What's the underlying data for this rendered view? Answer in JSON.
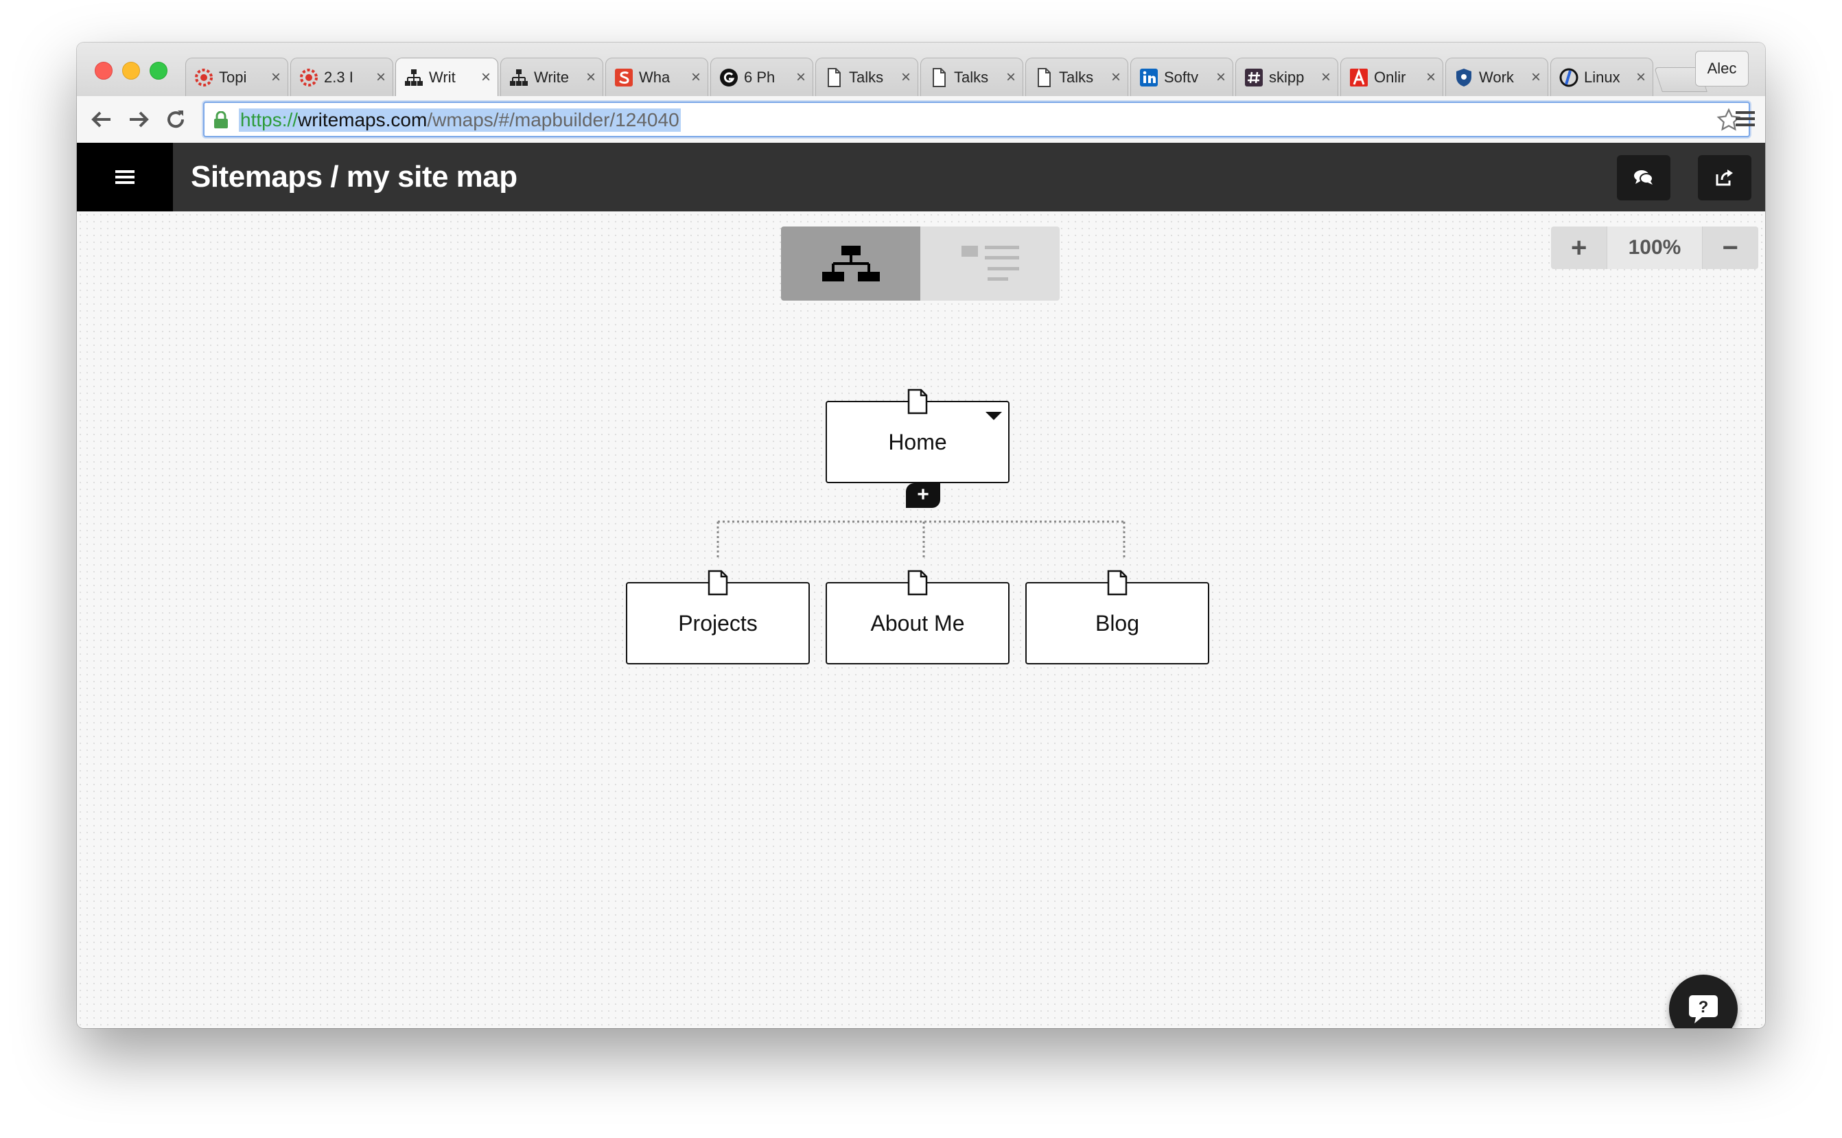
{
  "browser": {
    "profile_name": "Alec",
    "tabs": [
      {
        "title": "Topi",
        "icon": "gear-red-icon",
        "active": false
      },
      {
        "title": "2.3 I",
        "icon": "gear-red-icon",
        "active": false
      },
      {
        "title": "Writ",
        "icon": "sitemap-icon",
        "active": true
      },
      {
        "title": "Write",
        "icon": "sitemap-icon",
        "active": false
      },
      {
        "title": "Wha",
        "icon": "s-logo-icon",
        "active": false
      },
      {
        "title": "6 Ph",
        "icon": "g-circle-icon",
        "active": false
      },
      {
        "title": "Talks",
        "icon": "document-icon",
        "active": false
      },
      {
        "title": "Talks",
        "icon": "document-icon",
        "active": false
      },
      {
        "title": "Talks",
        "icon": "document-icon",
        "active": false
      },
      {
        "title": "Softv",
        "icon": "linkedin-icon",
        "active": false
      },
      {
        "title": "skipp",
        "icon": "hash-icon",
        "active": false
      },
      {
        "title": "Onlir",
        "icon": "a-logo-icon",
        "active": false
      },
      {
        "title": "Work",
        "icon": "shield-blue-icon",
        "active": false
      },
      {
        "title": "Linux",
        "icon": "c-logo-icon",
        "active": false
      }
    ],
    "tab_close_glyph": "×",
    "url": {
      "scheme": "https://",
      "host": "writemaps.com",
      "path": "/wmaps/#/mapbuilder/124040"
    }
  },
  "app": {
    "menu_glyph": "≡",
    "title": "Sitemaps / my site map",
    "zoom": {
      "plus": "+",
      "level": "100%",
      "minus": "−"
    },
    "help_glyph": "?"
  },
  "sitemap": {
    "root": {
      "label": "Home"
    },
    "add_glyph": "+",
    "children": [
      {
        "label": "Projects"
      },
      {
        "label": "About Me"
      },
      {
        "label": "Blog"
      }
    ]
  },
  "colors": {
    "header_bg": "#333333",
    "menu_bg": "#000000",
    "url_scheme": "#2d9b3a",
    "url_highlight": "#b4d2f7"
  }
}
